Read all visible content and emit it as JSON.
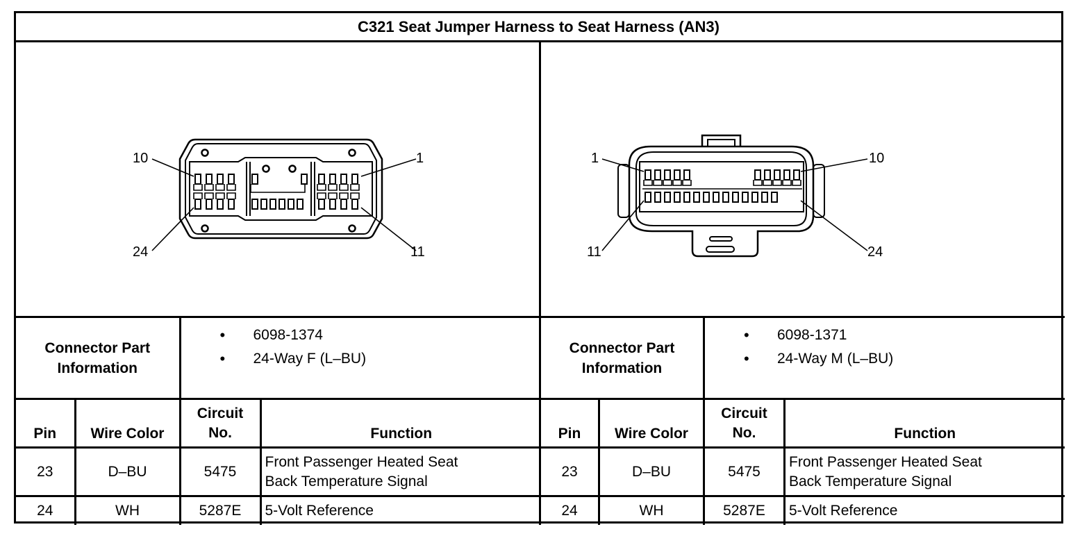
{
  "title": "C321 Seat Jumper Harness to Seat Harness (AN3)",
  "connectors": [
    {
      "pin_labels": {
        "top_left": "10",
        "top_right": "1",
        "bottom_left": "24",
        "bottom_right": "11"
      },
      "part_info_label": "Connector Part Information",
      "part_info_line1": "Connector Part",
      "part_info_line2": "Information",
      "part_numbers": [
        "6098-1374",
        "24-Way F (L–BU)"
      ],
      "headers": {
        "pin": "Pin",
        "wire_color": "Wire Color",
        "circuit_line1": "Circuit",
        "circuit_line2": "No.",
        "function": "Function"
      },
      "rows": [
        {
          "pin": "23",
          "wire_color": "D–BU",
          "circuit": "5475",
          "function_line1": "Front Passenger Heated Seat",
          "function_line2": "Back Temperature Signal"
        },
        {
          "pin": "24",
          "wire_color": "WH",
          "circuit": "5287E",
          "function_line1": "5-Volt Reference",
          "function_line2": ""
        }
      ]
    },
    {
      "pin_labels": {
        "top_left": "1",
        "top_right": "10",
        "bottom_left": "11",
        "bottom_right": "24"
      },
      "part_info_label": "Connector Part Information",
      "part_info_line1": "Connector Part",
      "part_info_line2": "Information",
      "part_numbers": [
        "6098-1371",
        "24-Way M (L–BU)"
      ],
      "headers": {
        "pin": "Pin",
        "wire_color": "Wire Color",
        "circuit_line1": "Circuit",
        "circuit_line2": "No.",
        "function": "Function"
      },
      "rows": [
        {
          "pin": "23",
          "wire_color": "D–BU",
          "circuit": "5475",
          "function_line1": "Front Passenger Heated Seat",
          "function_line2": "Back Temperature Signal"
        },
        {
          "pin": "24",
          "wire_color": "WH",
          "circuit": "5287E",
          "function_line1": "5-Volt Reference",
          "function_line2": ""
        }
      ]
    }
  ]
}
